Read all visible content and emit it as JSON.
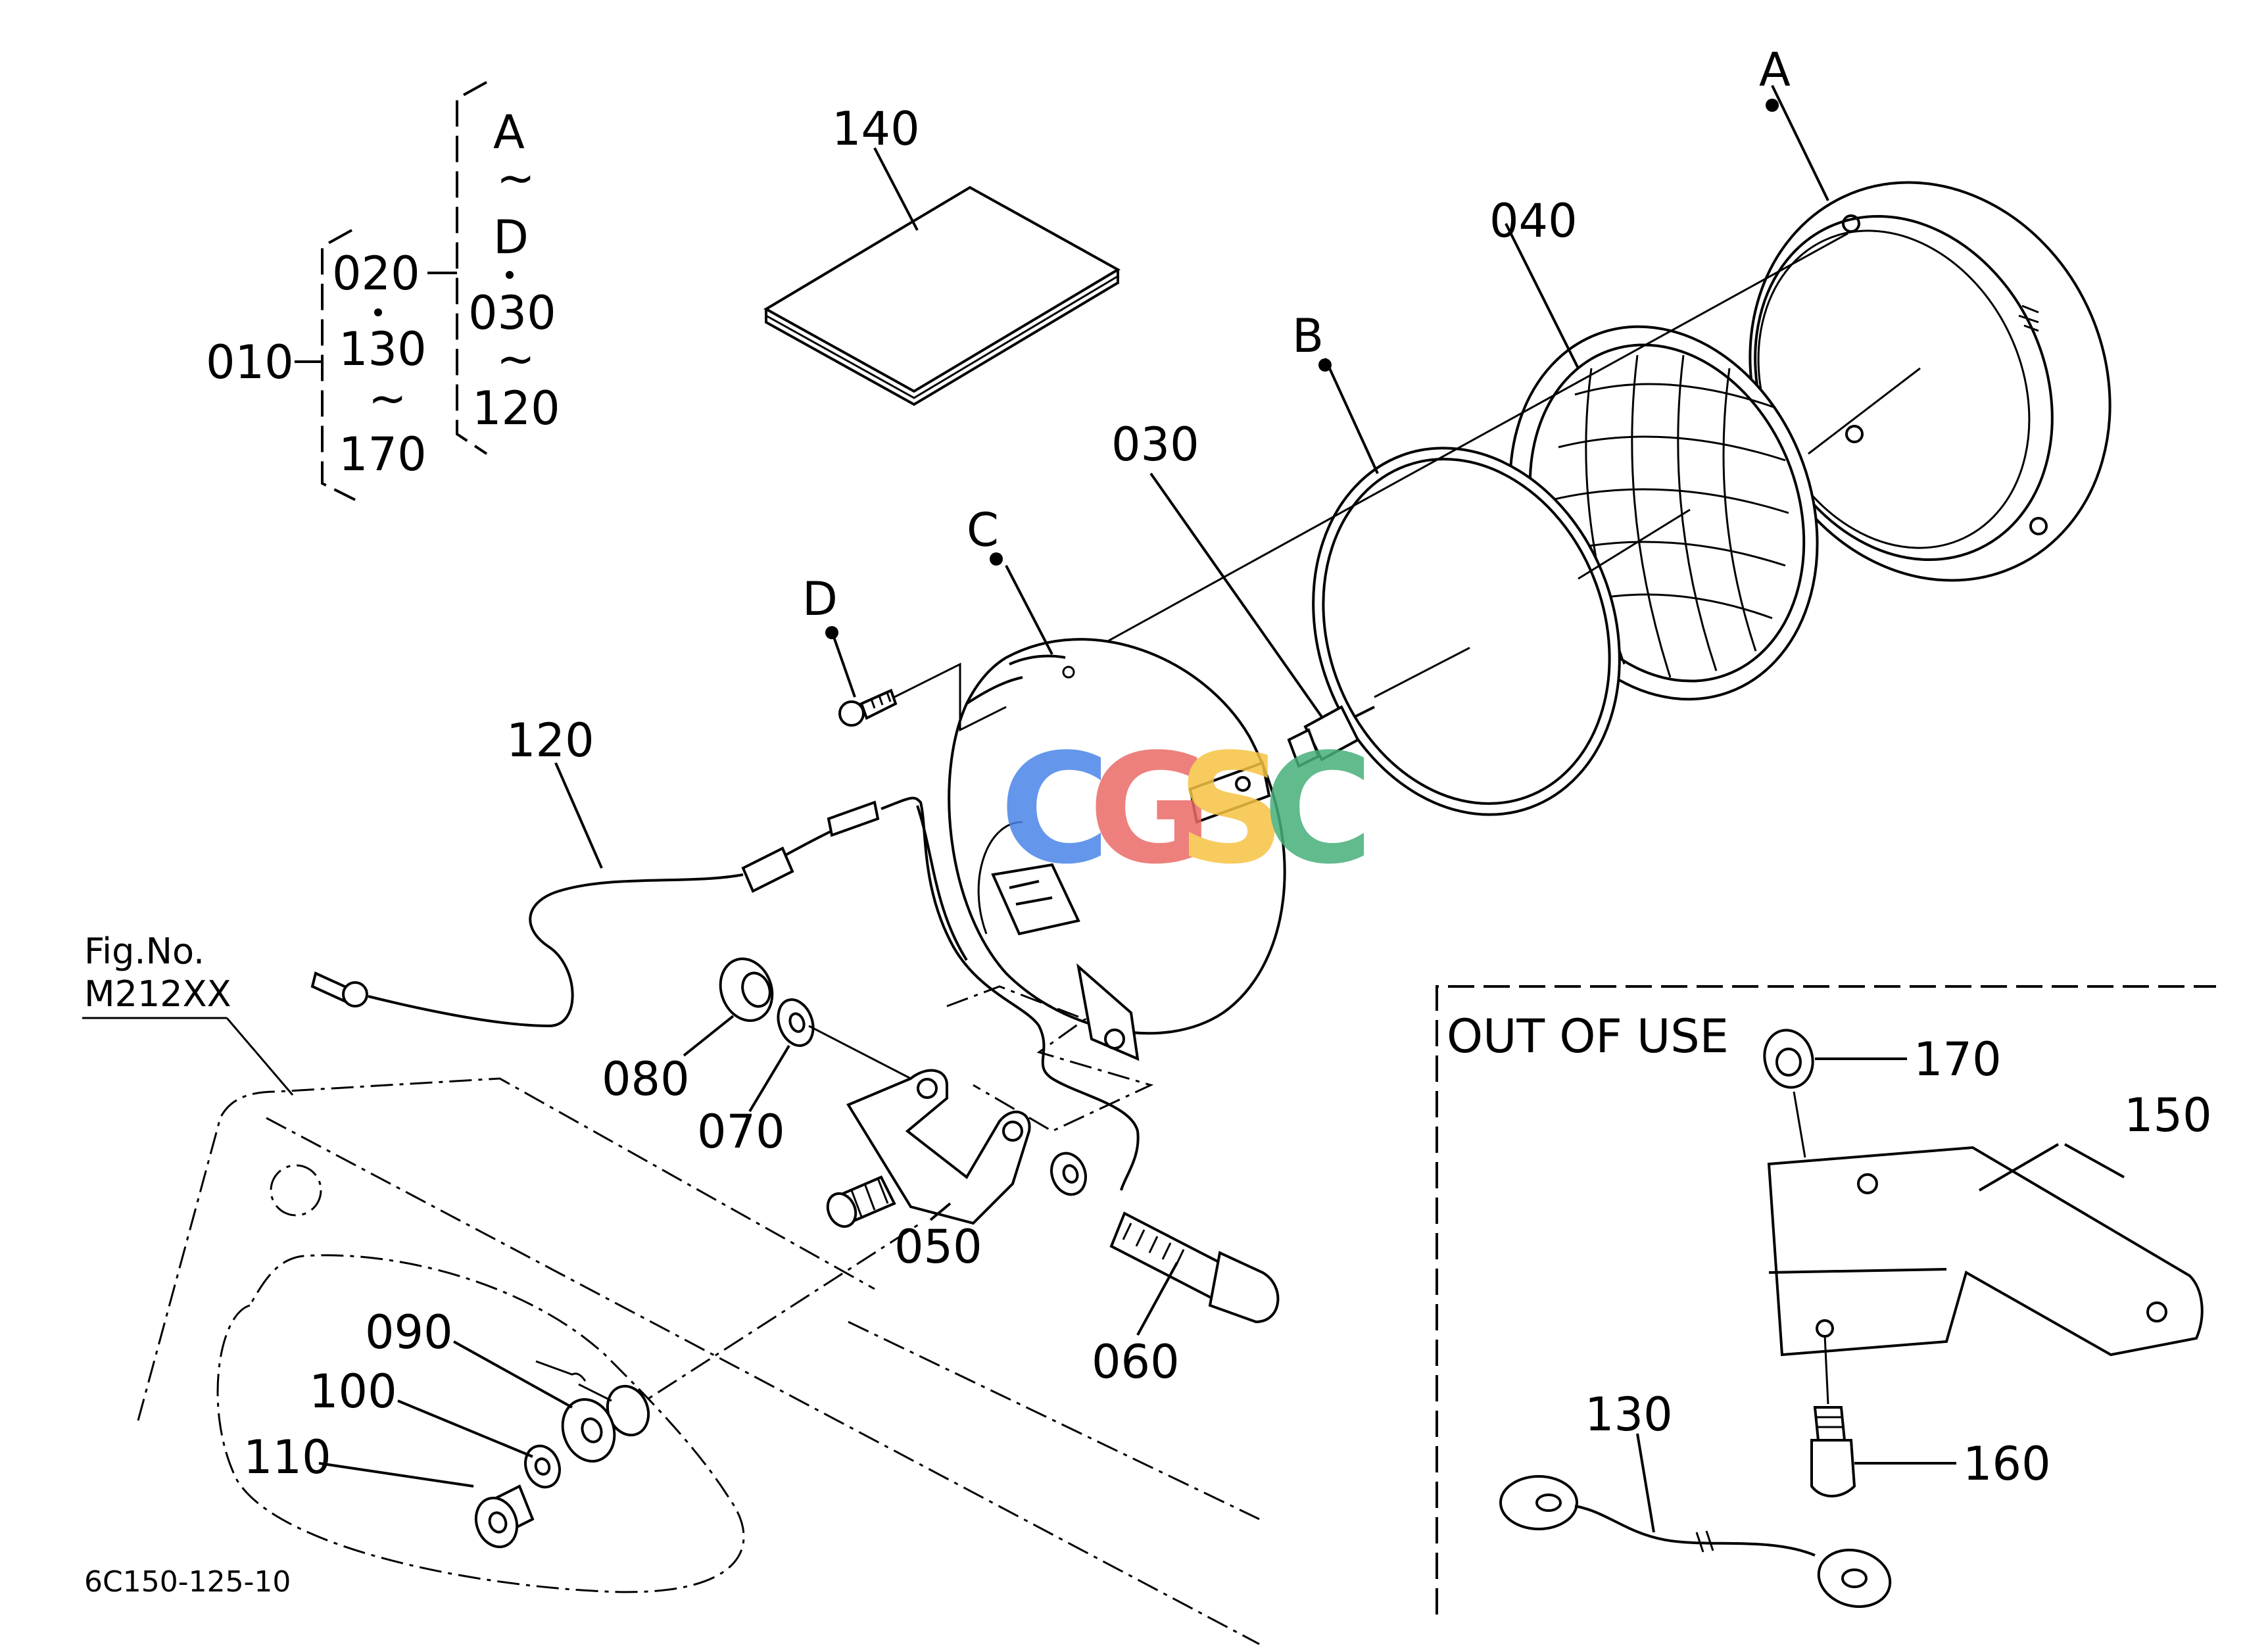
{
  "diagram": {
    "top_hierarchy": {
      "root": "010",
      "group1": [
        "020",
        "130",
        "~",
        "170"
      ],
      "group2": [
        "A",
        "~",
        "D",
        "030",
        "~",
        "120"
      ]
    },
    "labels": {
      "p140": "140",
      "pA": "A",
      "p040": "040",
      "pB": "B",
      "p030": "030",
      "pC": "C",
      "pD": "D",
      "p120": "120",
      "p080": "080",
      "p070": "070",
      "p050": "050",
      "p060": "060",
      "p090": "090",
      "p100": "100",
      "p110": "110",
      "p170": "170",
      "p150": "150",
      "p160": "160",
      "p130": "130"
    },
    "fig_ref": {
      "line1": "Fig.No.",
      "line2": "M212XX"
    },
    "out_of_use": "OUT  OF  USE",
    "drawing_code": "6C150-125-10",
    "watermark": {
      "letters": [
        "C",
        "G",
        "S",
        "C"
      ],
      "colors": [
        "#4a86e8",
        "#ea6b66",
        "#f6c343",
        "#46b07a"
      ]
    }
  }
}
